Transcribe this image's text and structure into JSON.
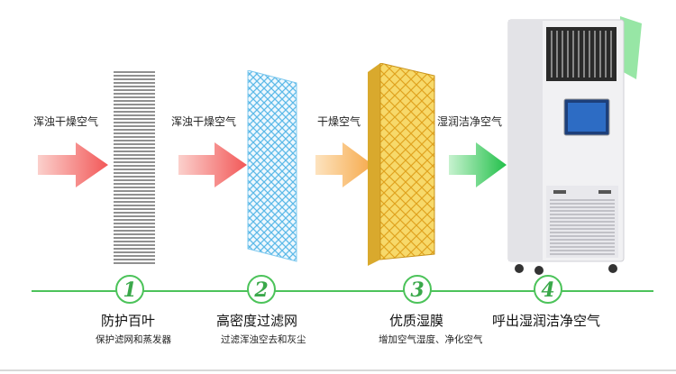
{
  "flow_labels": [
    "浑浊干燥空气",
    "浑浊干燥空气",
    "干燥空气",
    "湿润洁净空气"
  ],
  "steps": [
    {
      "number": "1",
      "title": "防护百叶",
      "subtitle": "保护滤网和蒸发器"
    },
    {
      "number": "2",
      "title": "高密度过滤网",
      "subtitle": "过滤浑浊空去和灰尘"
    },
    {
      "number": "3",
      "title": "优质湿膜",
      "subtitle": "增加空气湿度、净化空气"
    },
    {
      "number": "4",
      "title": "呼出湿润洁净空气",
      "subtitle": ""
    }
  ],
  "colors": {
    "accent_green": "#4cc35a",
    "arrow_red": "#f25858",
    "arrow_orange": "#f6a94a",
    "arrow_green": "#33cc55",
    "filter_blue": "#5cb9e8",
    "membrane_yellow": "#f2c94c"
  },
  "icons": [
    "louver-icon",
    "filter-mesh-icon",
    "wet-membrane-icon",
    "humidifier-unit-icon"
  ]
}
